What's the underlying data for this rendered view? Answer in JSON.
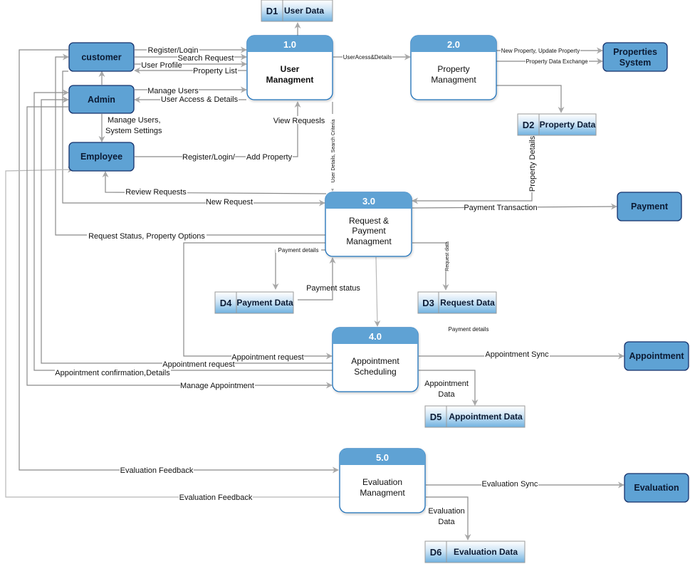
{
  "diagram": {
    "type": "Data Flow Diagram (Level 1)",
    "colors": {
      "entity_fill": "#5ea2d4",
      "entity_border": "#14306b",
      "process_header": "#5ea2d4",
      "process_border": "#1f6fb8",
      "datastore_fill_top": "#ffffff",
      "datastore_fill_bottom": "#6fb1e0",
      "flow_line": "#8a8a8a"
    },
    "entities": {
      "customer": "customer",
      "admin": "Admin",
      "employee": "Employee",
      "properties_system_line1": "Properties",
      "properties_system_line2": "System",
      "payment": "Payment",
      "appointment": "Appointment",
      "evaluation": "Evaluation"
    },
    "processes": {
      "p1": {
        "id": "1.0",
        "line1": "User",
        "line2": "Managment"
      },
      "p2": {
        "id": "2.0",
        "line1": "Property",
        "line2": "Managment"
      },
      "p3": {
        "id": "3.0",
        "line1": "Request &",
        "line2": "Payment",
        "line3": "Managment"
      },
      "p4": {
        "id": "4.0",
        "line1": "Appointment",
        "line2": "Scheduling"
      },
      "p5": {
        "id": "5.0",
        "line1": "Evaluation",
        "line2": "Managment"
      }
    },
    "datastores": {
      "d1": {
        "id": "D1",
        "name": "User Data"
      },
      "d2": {
        "id": "D2",
        "name": "Property Data"
      },
      "d3": {
        "id": "D3",
        "name": "Request Data"
      },
      "d4": {
        "id": "D4",
        "name": "Payment Data"
      },
      "d5": {
        "id": "D5",
        "name": "Appointment Data"
      },
      "d6": {
        "id": "D6",
        "name": "Evaluation Data"
      }
    },
    "flows": {
      "register_login": "Register/Login",
      "search_request": "Search Request",
      "user_profile": "User Profile",
      "property_list": "Property List",
      "manage_users": "Manage Users",
      "user_access_details": "User Access & Details",
      "manage_users_settings_1": "Manage Users,",
      "manage_users_settings_2": "System Settings",
      "view_requests": "View Requesls",
      "emp_register_login": "Register/Login/",
      "add_property": "Add Property",
      "user_access_details_2": "UserAcess&Details",
      "new_update_property": "New Property, Update Property",
      "property_data_exchange": "Property Data Exchange",
      "user_details_search": "User Details, Search Criteria",
      "property_details": "Property Details",
      "review_requests": "Review Requests",
      "new_request": "New Request",
      "payment_transaction": "Payment Transaction",
      "request_status_options": "Request Status,  Property Options",
      "payment_details": "Payment details",
      "payment_status": "Payment status",
      "request_data": "Request data",
      "payment_details_2": "Payment details",
      "appointment_request_1": "Appointment request",
      "appointment_request_2": "Appointment request",
      "appointment_confirmation": "Appointment confirmation,Details",
      "manage_appointment": "Manage Appointment",
      "appointment_sync": "Appointment Sync",
      "appointment_data_1": "Appointment",
      "appointment_data_2": "Data",
      "evaluation_feedback_1": "Evaluation Feedback",
      "evaluation_feedback_2": "Evaluation Feedback",
      "evaluation_sync": "Evaluation Sync",
      "evaluation_data_1": "Evaluation",
      "evaluation_data_2": "Data"
    }
  }
}
